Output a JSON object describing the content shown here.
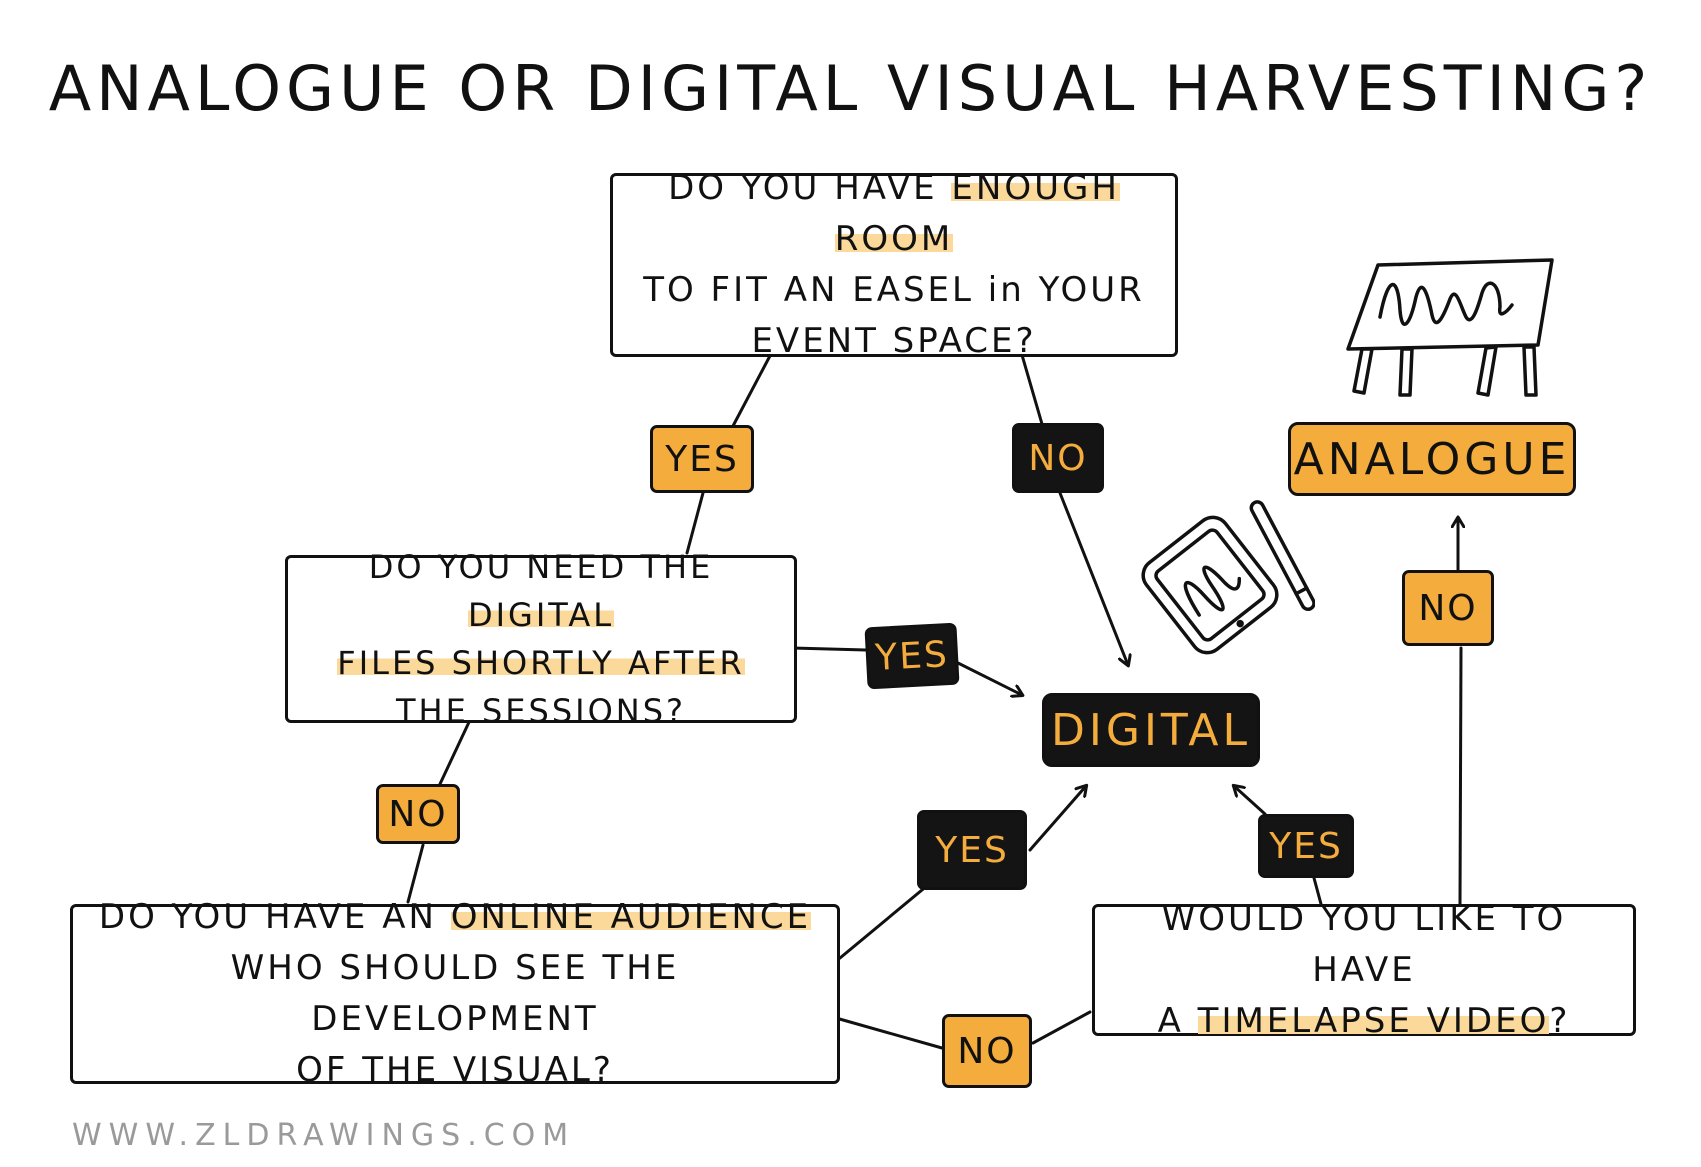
{
  "title": "ANALOGUE OR DIGITAL VISUAL HARVESTING?",
  "colors": {
    "accent": "#f4ad3d",
    "highlight": "#fbd99a",
    "ink": "#111111",
    "dark_tag": "#141414",
    "footer": "#9a9a9a"
  },
  "questions": {
    "q1": {
      "line1_a": "DO YOU HAVE ",
      "line1_hl": "ENOUGH ROOM",
      "line2": "TO FIT AN EASEL in YOUR",
      "line3": "EVENT SPACE?"
    },
    "q2": {
      "line1_a": "DO YOU NEED THE ",
      "line1_hl": "DIGITAL",
      "line2_hl": "FILES SHORTLY AFTER",
      "line3": "THE SESSIONS?"
    },
    "q3": {
      "line1_a": "DO YOU HAVE AN ",
      "line1_hl": "ONLINE AUDIENCE",
      "line2": "WHO SHOULD SEE THE DEVELOPMENT",
      "line3": "OF THE VISUAL?"
    },
    "q4": {
      "line1": "WOULD YOU LIKE TO HAVE",
      "line2_a": "A ",
      "line2_hl": "TIMELAPSE VIDEO",
      "line2_b": "?"
    }
  },
  "answers": {
    "q1_yes": "YES",
    "q1_no": "NO",
    "q2_yes": "YES",
    "q2_no": "NO",
    "q3_yes": "YES",
    "q3_no": "NO",
    "q4_yes": "YES",
    "q4_no": "NO"
  },
  "outcomes": {
    "digital": "DIGITAL",
    "analogue": "ANALOGUE"
  },
  "illustrations": {
    "tablet": "tablet-with-stylus-icon",
    "easel": "easel-icon"
  },
  "footer": "WWW.ZLDRAWINGS.COM"
}
